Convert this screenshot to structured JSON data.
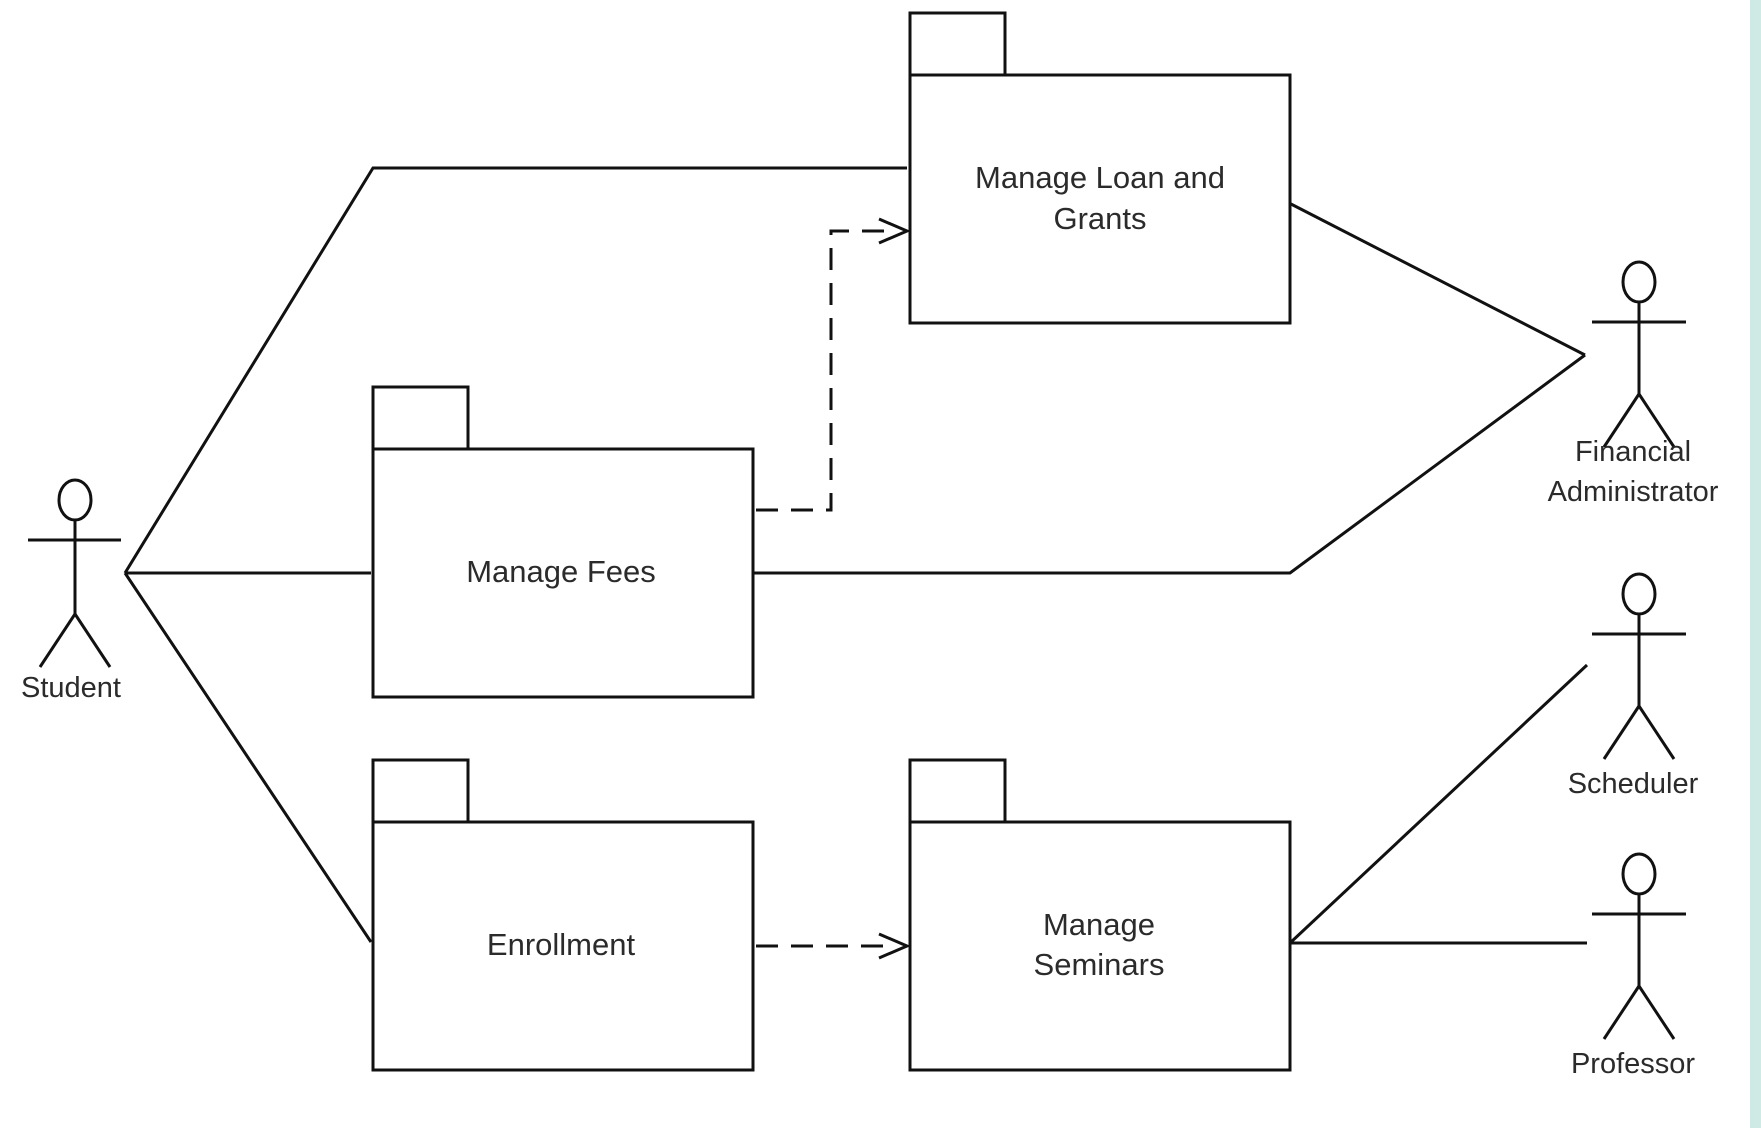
{
  "colors": {
    "background": "#ffffff",
    "ink": "#111111",
    "text": "#2b2b2b",
    "right_strip": "#cfeae4"
  },
  "packages": {
    "loans": {
      "label_line1": "Manage Loan and",
      "label_line2": "Grants"
    },
    "fees": {
      "label": "Manage Fees"
    },
    "enrollment": {
      "label": "Enrollment"
    },
    "seminars": {
      "label_line1": "Manage",
      "label_line2": "Seminars"
    }
  },
  "actors": {
    "student": {
      "label": "Student"
    },
    "financial_admin": {
      "label_line1": "Financial",
      "label_line2": "Administrator"
    },
    "scheduler": {
      "label": "Scheduler"
    },
    "professor": {
      "label": "Professor"
    }
  }
}
